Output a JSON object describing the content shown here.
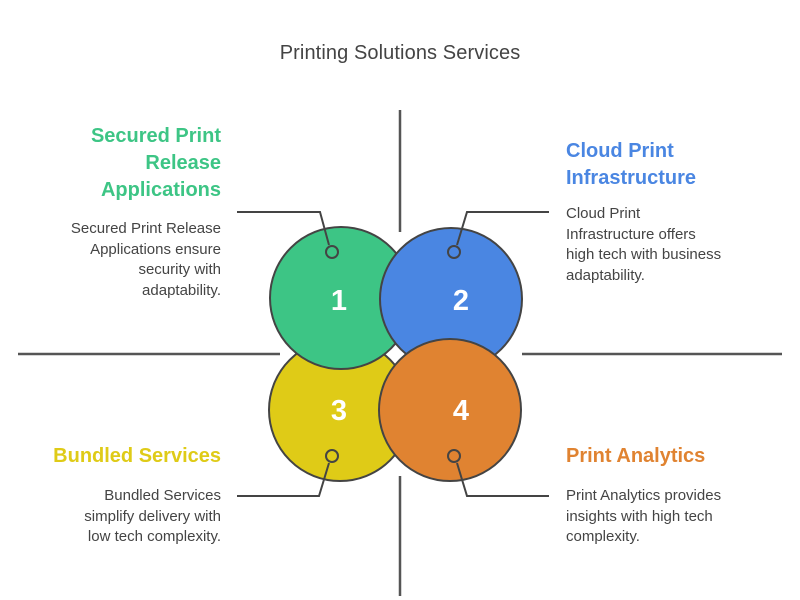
{
  "title": "Printing Solutions Services",
  "colors": {
    "green": "#3dc585",
    "blue": "#4a86e2",
    "yellow": "#dfcb17",
    "orange": "#e08331",
    "stroke": "#444444",
    "text": "#444444"
  },
  "quadrants": [
    {
      "number": "1",
      "heading": "Secured Print Release Applications",
      "heading_lines": [
        "Secured Print",
        "Release",
        "Applications"
      ],
      "description": "Secured Print Release Applications ensure security with adaptability.",
      "description_lines": [
        "Secured Print Release",
        "Applications ensure",
        "security with",
        "adaptability."
      ],
      "color": "#3dc585"
    },
    {
      "number": "2",
      "heading": "Cloud Print Infrastructure",
      "heading_lines": [
        "Cloud Print",
        "Infrastructure"
      ],
      "description": "Cloud Print Infrastructure offers high tech with business adaptability.",
      "description_lines": [
        "Cloud Print",
        "Infrastructure offers",
        "high tech with business",
        "adaptability."
      ],
      "color": "#4a86e2"
    },
    {
      "number": "3",
      "heading": "Bundled Services",
      "heading_lines": [
        "Bundled Services"
      ],
      "description": "Bundled Services simplify delivery with low tech complexity.",
      "description_lines": [
        "Bundled Services",
        "simplify delivery with",
        "low tech complexity."
      ],
      "color": "#dfcb17"
    },
    {
      "number": "4",
      "heading": "Print Analytics",
      "heading_lines": [
        "Print Analytics"
      ],
      "description": "Print Analytics provides insights with high tech complexity.",
      "description_lines": [
        "Print Analytics provides",
        "insights with high tech",
        "complexity."
      ],
      "color": "#e08331"
    }
  ]
}
